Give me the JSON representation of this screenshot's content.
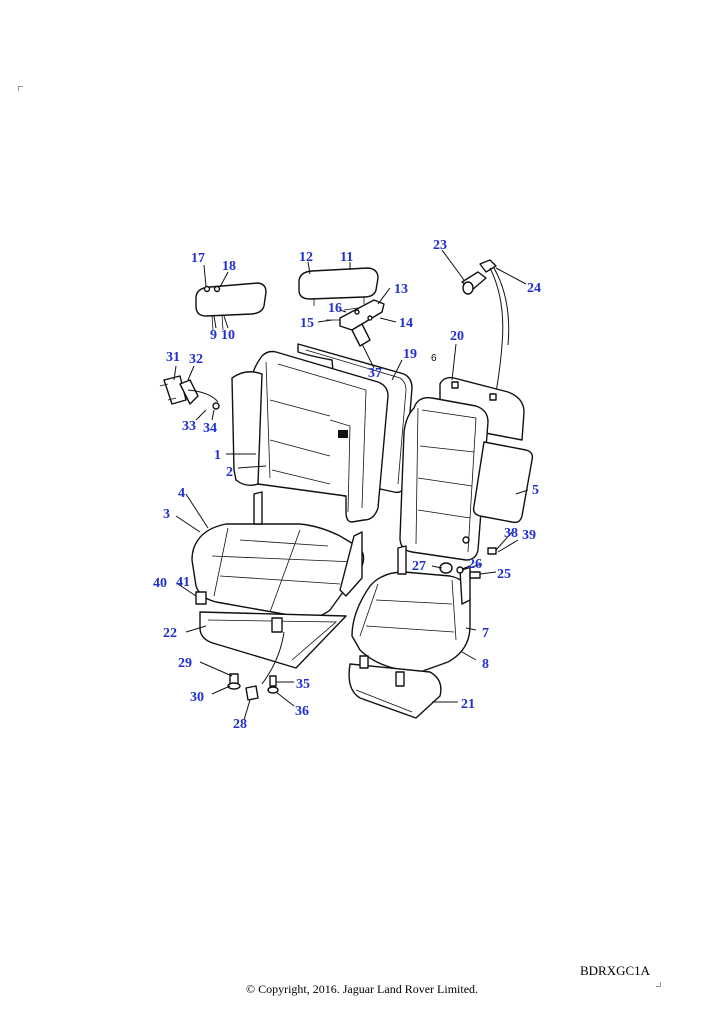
{
  "diagram": {
    "callouts": [
      "1",
      "2",
      "3",
      "4",
      "5",
      "7",
      "8",
      "9",
      "10",
      "11",
      "12",
      "13",
      "14",
      "15",
      "16",
      "17",
      "18",
      "19",
      "20",
      "21",
      "22",
      "23",
      "24",
      "25",
      "26",
      "27",
      "28",
      "29",
      "30",
      "31",
      "32",
      "33",
      "34",
      "35",
      "36",
      "37",
      "38",
      "39",
      "40",
      "41"
    ],
    "small_label": "6",
    "ref_code": "BDRXGC1A",
    "copyright": "© Copyright, 2016. Jaguar Land Rover Limited."
  }
}
